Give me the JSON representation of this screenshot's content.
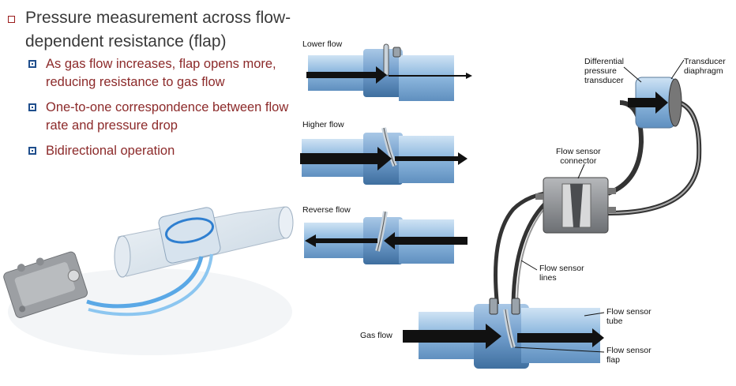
{
  "slide": {
    "main_bullet": "Pressure measurement across flow-dependent resistance (flap)",
    "sub_bullets": [
      "As gas flow increases, flap opens more, reducing resistance to gas flow",
      "One-to-one correspondence between flow rate and pressure drop",
      "Bidirectional operation"
    ]
  },
  "diagram": {
    "flow_labels": [
      "Lower flow",
      "Higher flow",
      "Reverse flow"
    ],
    "differential_pressure_transducer": "Differential\npressure\ntransducer",
    "transducer_diaphragm": "Transducer\ndiaphragm",
    "flow_sensor_connector": "Flow sensor\nconnector",
    "flow_sensor_lines": "Flow sensor\nlines",
    "gas_flow": "Gas flow",
    "flow_sensor_tube": "Flow sensor\ntube",
    "flow_sensor_flap": "Flow sensor\nflap"
  },
  "colors": {
    "title_text": "#3a3a3a",
    "bullet_text": "#8c2a2a",
    "bullet_marker": "#1f4e8c",
    "tube_blue": "#9cc3e4"
  }
}
